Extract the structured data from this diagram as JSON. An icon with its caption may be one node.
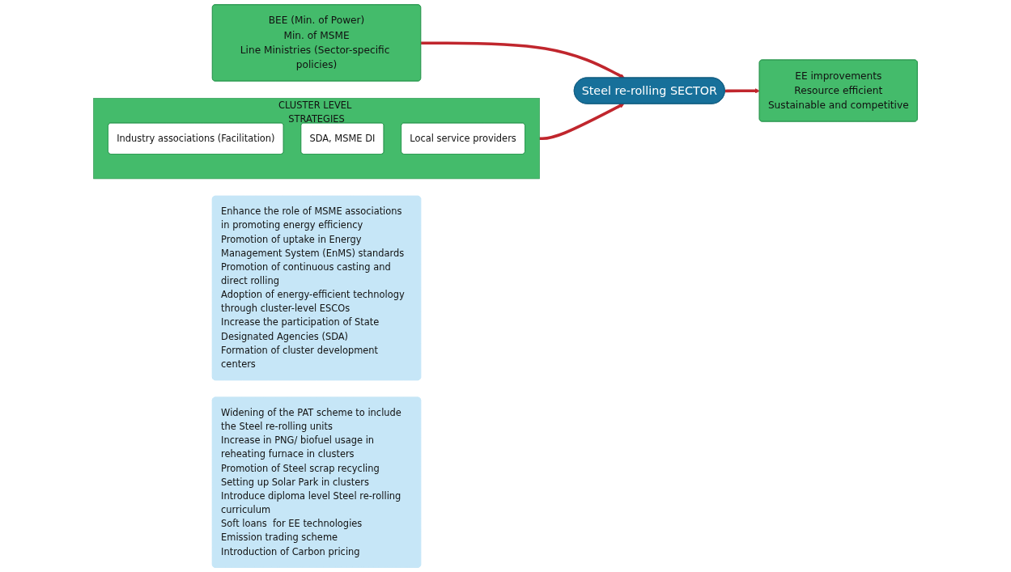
{
  "diagram": {
    "nodes": [
      {
        "text": [
          "CLUSTER LEVEL STRATEGIES"
        ]
      },
      {
        "text": [
          "Industry associations (Facilitation)"
        ],
        "in": 0
      },
      {
        "text": [
          "SDA, MSME DI"
        ],
        "in": 0
      },
      {
        "text": [
          "Local service providers"
        ],
        "in": 0
      },
      {
        "text": [
          "Steel re-rolling SECTOR"
        ]
      },
      {
        "text": [
          "BEE (Min. of Power)",
          "Min. of MSME",
          "Line Ministries (Sector-specific policies)"
        ]
      },
      {
        "text": [
          "EE improvements",
          "Resource efficient",
          "Sustainable and competitive"
        ]
      },
      {
        "text": [
          "Enhance the role of MSME associations in promoting energy efficiency",
          "Promotion of uptake in Energy Management System (EnMS) standards",
          "Promotion of continuous casting and direct rolling",
          "Adoption of energy-efficient technology through cluster-level ESCOs",
          "Increase the participation of State Designated Agencies (SDA)",
          "Formation of cluster development centers"
        ]
      },
      {
        "text": [
          "Widening of the PAT scheme to include the Steel re-rolling units",
          "Increase in PNG/ biofuel usage in reheating furnace in clusters",
          "Promotion of Steel scrap recycling",
          "Setting up Solar Park in clusters",
          "Introduce diploma level Steel re-rolling curriculum",
          "Soft loans  for EE technologies",
          "Emission trading scheme",
          "Introduction of Carbon pricing"
        ]
      }
    ],
    "edges": [
      {
        "from": 0,
        "to": 4,
        "arrow": "to"
      },
      {
        "from": 5,
        "to": 4,
        "arrow": "to"
      },
      {
        "from": 4,
        "to": 6,
        "arrow": "to"
      }
    ]
  }
}
